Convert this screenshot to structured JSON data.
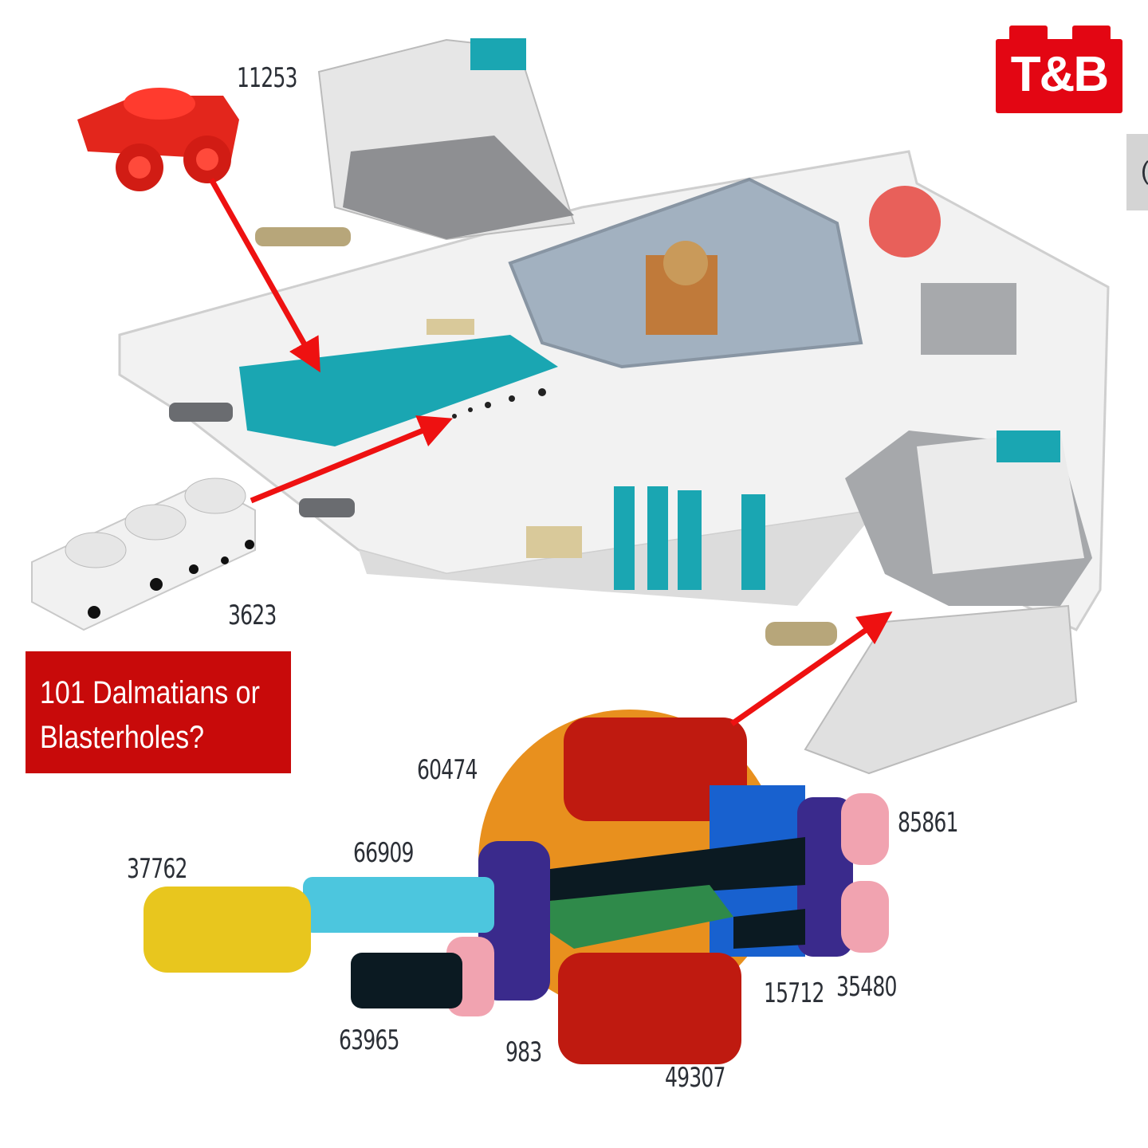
{
  "logo": {
    "text": "T&B",
    "color": "#e30613"
  },
  "edge_tab": {
    "text": "("
  },
  "callout": {
    "line1": "101 Dalmatians or",
    "line2": "Blasterholes?",
    "color": "#c80a0a"
  },
  "part_labels": {
    "p11253": "11253",
    "p3623": "3623",
    "p60474": "60474",
    "p85861": "85861",
    "p66909": "66909",
    "p37762": "37762",
    "p15712": "15712",
    "p35480": "35480",
    "p63965": "63965",
    "p983": "983",
    "p49307": "49307"
  },
  "arrow_color": "#ee1111"
}
